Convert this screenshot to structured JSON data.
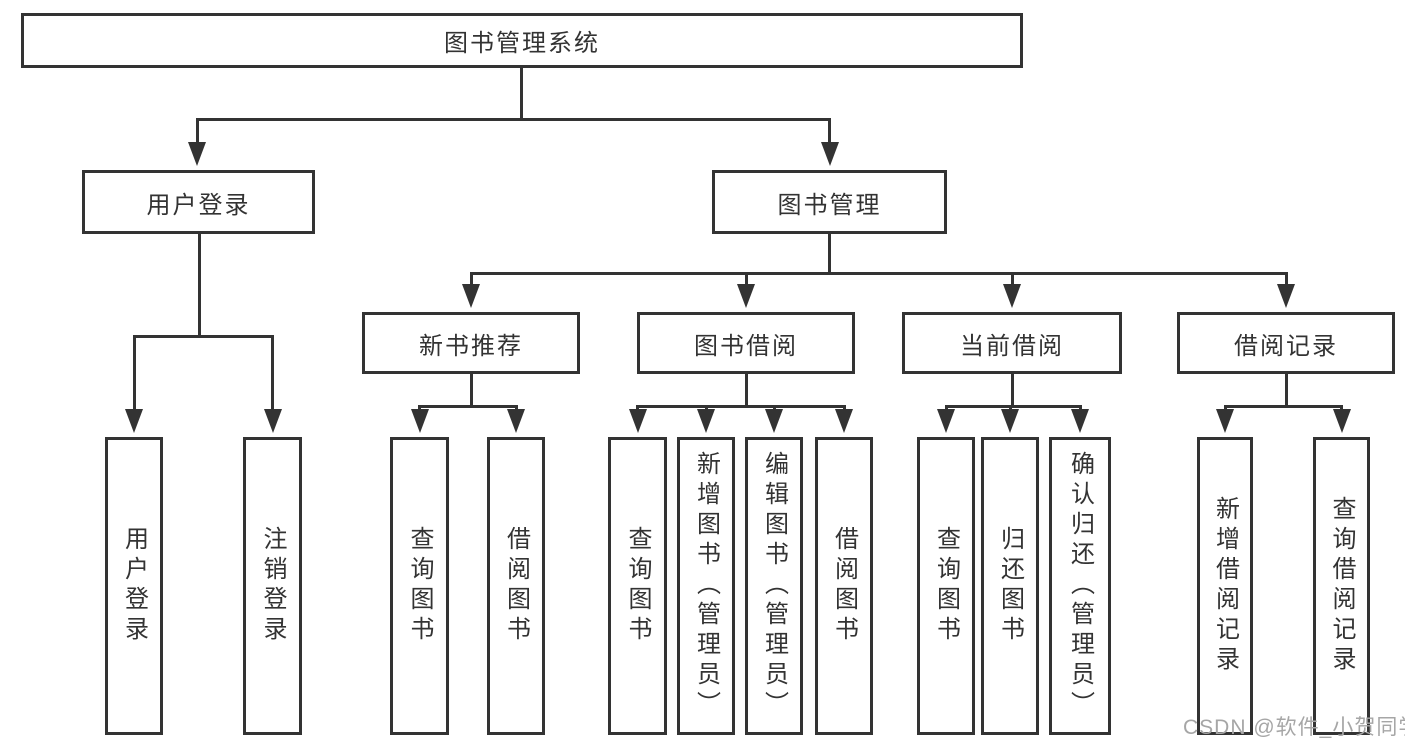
{
  "colors": {
    "line": "#333333",
    "text": "#333333",
    "watermark": "#a6a6a6",
    "background": "#ffffff"
  },
  "diagram": {
    "title": "图书管理系统",
    "level2": {
      "user_login": "用户登录",
      "book_mgmt": "图书管理"
    },
    "level3": {
      "new_books": "新书推荐",
      "borrow": "图书借阅",
      "current": "当前借阅",
      "records": "借阅记录"
    },
    "leaves": {
      "user_login": [
        "用户登录",
        "注销登录"
      ],
      "new_books": [
        "查询图书",
        "借阅图书"
      ],
      "borrow": [
        "查询图书",
        "新增图书（管理员）",
        "编辑图书（管理员）",
        "借阅图书"
      ],
      "current": [
        "查询图书",
        "归还图书",
        "确认归还（管理员）"
      ],
      "records": [
        "新增借阅记录",
        "查询借阅记录"
      ]
    },
    "watermark": "CSDN @软件_小贺同学"
  }
}
